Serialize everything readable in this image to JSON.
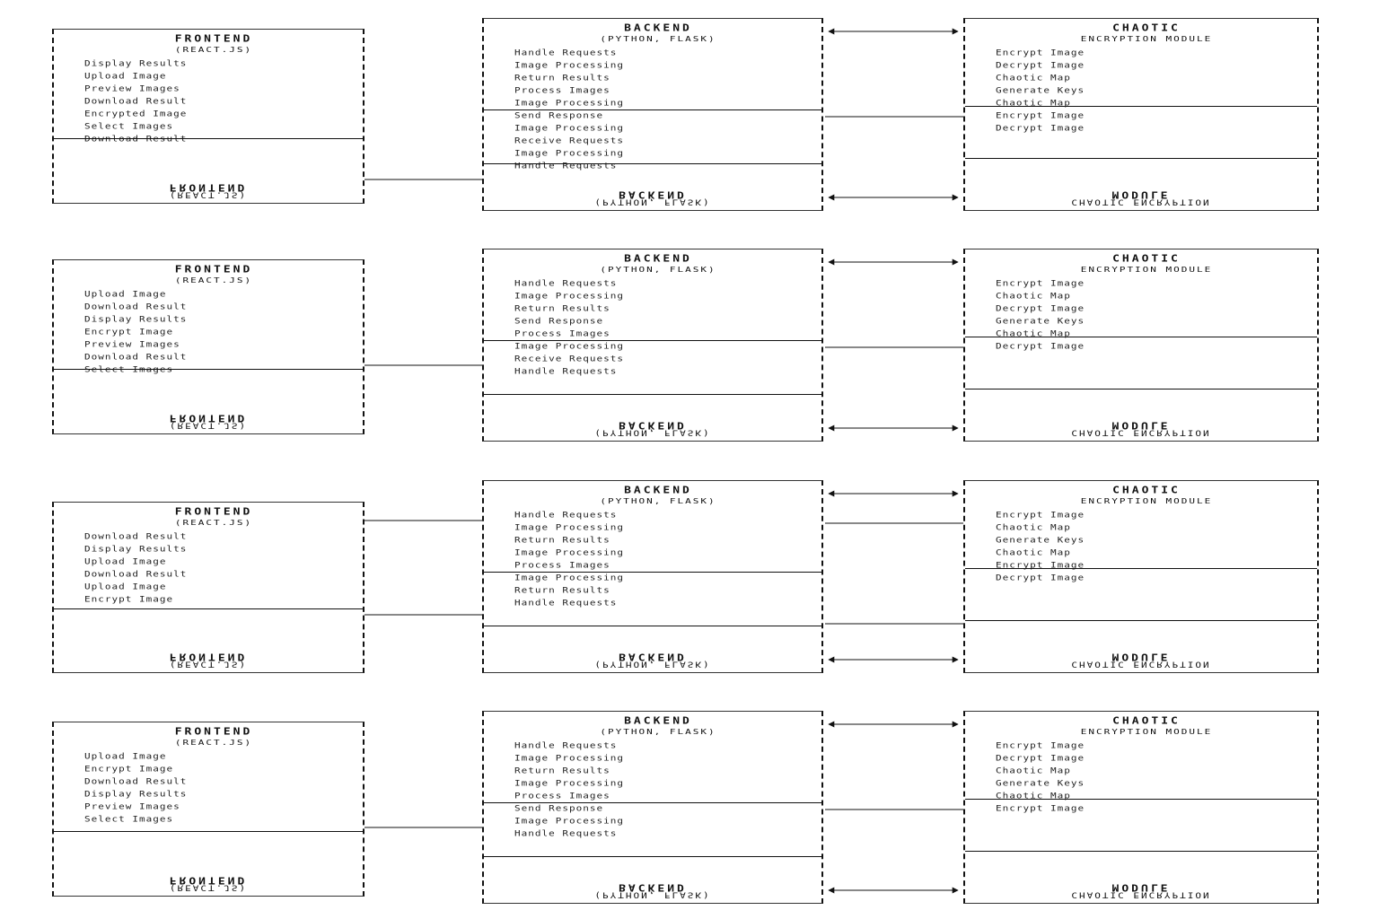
{
  "rows": [
    {
      "frontend": {
        "title": "FRONTEND",
        "subtitle": "(REACT.JS)",
        "items": [
          "Display Results",
          "Upload Image",
          "Preview Images",
          "Download Result",
          "Encrypted Image",
          "Select Images",
          "Download Result"
        ],
        "footer_title": "FRONTEND",
        "footer_subtitle": "(REACT.JS)"
      },
      "backend": {
        "title": "BACKEND",
        "subtitle": "(PYTHON, FLASK)",
        "items": [
          "Handle Requests",
          "Image Processing",
          "Return Results",
          "Process Images",
          "Image Processing",
          "Send Response",
          "Image Processing",
          "Receive Requests",
          "Image Processing",
          "Handle Requests"
        ],
        "footer_title": "BACKEND",
        "footer_subtitle": "(PYTHON, FLASK)"
      },
      "chaotic": {
        "title": "CHAOTIC",
        "subtitle": "ENCRYPTION MODULE",
        "items": [
          "Encrypt Image",
          "Decrypt Image",
          "Chaotic Map",
          "Generate Keys",
          "Chaotic Map",
          "Encrypt Image",
          "Decrypt Image"
        ],
        "footer_title": "MODULE",
        "footer_subtitle": "CHAOTIC ENCRYPTION"
      }
    },
    {
      "frontend": {
        "title": "FRONTEND",
        "subtitle": "(REACT.JS)",
        "items": [
          "Upload Image",
          "Download Result",
          "Display Results",
          "Encrypt Image",
          "Preview Images",
          "Download Result",
          "Select Images"
        ],
        "footer_title": "FRONTEND",
        "footer_subtitle": "(REACT.JS)"
      },
      "backend": {
        "title": "BACKEND",
        "subtitle": "(PYTHON, FLASK)",
        "items": [
          "Handle Requests",
          "Image Processing",
          "Return Results",
          "Send Response",
          "Process Images",
          "Image Processing",
          "Receive Requests",
          "Handle Requests"
        ],
        "footer_title": "BACKEND",
        "footer_subtitle": "(PYTHON, FLASK)"
      },
      "chaotic": {
        "title": "CHAOTIC",
        "subtitle": "ENCRYPTION MODULE",
        "items": [
          "Encrypt Image",
          "Chaotic Map",
          "Decrypt Image",
          "Generate Keys",
          "Chaotic Map",
          "Decrypt Image"
        ],
        "footer_title": "MODULE",
        "footer_subtitle": "CHAOTIC ENCRYPTION"
      }
    },
    {
      "frontend": {
        "title": "FRONTEND",
        "subtitle": "(REACT.JS)",
        "items": [
          "Download Result",
          "Display Results",
          "Upload Image",
          "Download Result",
          "Upload Image",
          "Encrypt Image"
        ],
        "footer_title": "FRONTEND",
        "footer_subtitle": "(REACT.JS)"
      },
      "backend": {
        "title": "BACKEND",
        "subtitle": "(PYTHON, FLASK)",
        "items": [
          "Handle Requests",
          "Image Processing",
          "Return Results",
          "Image Processing",
          "Process Images",
          "Image Processing",
          "Return Results",
          "Handle Requests"
        ],
        "footer_title": "BACKEND",
        "footer_subtitle": "(PYTHON, FLASK)"
      },
      "chaotic": {
        "title": "CHAOTIC",
        "subtitle": "ENCRYPTION MODULE",
        "items": [
          "Encrypt Image",
          "Chaotic Map",
          "Generate Keys",
          "Chaotic Map",
          "Encrypt Image",
          "Decrypt Image"
        ],
        "footer_title": "MODULE",
        "footer_subtitle": "CHAOTIC ENCRYPTION"
      }
    },
    {
      "frontend": {
        "title": "FRONTEND",
        "subtitle": "(REACT.JS)",
        "items": [
          "Upload Image",
          "Encrypt Image",
          "Download Result",
          "Display Results",
          "Preview Images",
          "Select Images"
        ],
        "footer_title": "FRONTEND",
        "footer_subtitle": "(REACT.JS)"
      },
      "backend": {
        "title": "BACKEND",
        "subtitle": "(PYTHON, FLASK)",
        "items": [
          "Handle Requests",
          "Image Processing",
          "Return Results",
          "Image Processing",
          "Process Images",
          "Send Response",
          "Image Processing",
          "Handle Requests"
        ],
        "footer_title": "BACKEND",
        "footer_subtitle": "(PYTHON, FLASK)"
      },
      "chaotic": {
        "title": "CHAOTIC",
        "subtitle": "ENCRYPTION MODULE",
        "items": [
          "Encrypt Image",
          "Decrypt Image",
          "Chaotic Map",
          "Generate Keys",
          "Chaotic Map",
          "Encrypt Image"
        ],
        "footer_title": "MODULE",
        "footer_subtitle": "CHAOTIC ENCRYPTION"
      }
    }
  ]
}
